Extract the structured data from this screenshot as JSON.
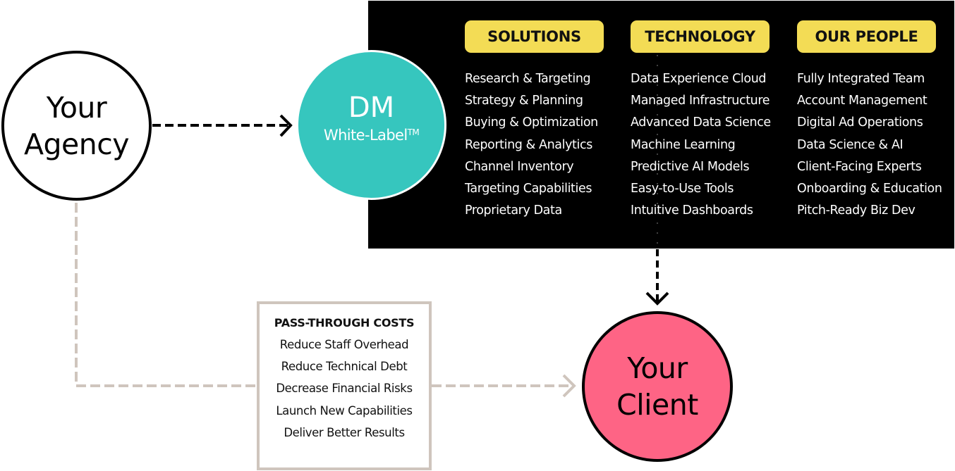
{
  "colors": {
    "panel_bg": "#000000",
    "pill_yellow": "#f3dc55",
    "dm_teal": "#36c6be",
    "client_pink": "#fe6485",
    "connector_gray": "#cfc5bd",
    "connector_black": "#000000"
  },
  "nodes": {
    "agency": {
      "line1": "Your",
      "line2": "Agency"
    },
    "dm": {
      "title": "DM",
      "subtitle": "White-Label",
      "trademark": "TM"
    },
    "client": {
      "line1": "Your",
      "line2": "Client"
    }
  },
  "columns": [
    {
      "header": "SOLUTIONS",
      "items": [
        "Research & Targeting",
        "Strategy & Planning",
        "Buying & Optimization",
        "Reporting & Analytics",
        "Channel Inventory",
        "Targeting Capabilities",
        "Proprietary Data"
      ]
    },
    {
      "header": "TECHNOLOGY",
      "items": [
        "Data Experience Cloud",
        "Managed Infrastructure",
        "Advanced Data Science",
        "Machine Learning",
        "Predictive AI Models",
        "Easy-to-Use Tools",
        "Intuitive Dashboards"
      ]
    },
    {
      "header": "OUR PEOPLE",
      "items": [
        "Fully Integrated Team",
        "Account Management",
        "Digital Ad Operations",
        "Data Science & AI",
        "Client-Facing Experts",
        "Onboarding & Education",
        "Pitch-Ready Biz Dev"
      ]
    }
  ],
  "pass_through": {
    "title": "PASS-THROUGH COSTS",
    "items": [
      "Reduce Staff Overhead",
      "Reduce Technical Debt",
      "Decrease Financial Risks",
      "Launch New Capabilities",
      "Deliver Better Results"
    ]
  },
  "connectors": [
    {
      "from": "agency",
      "to": "dm",
      "style": "dashed",
      "color": "black"
    },
    {
      "from": "technology",
      "to": "client",
      "style": "dashed",
      "color": "black"
    },
    {
      "from": "agency",
      "to": "client",
      "via": "pass_through",
      "style": "dashed",
      "color": "gray"
    }
  ]
}
